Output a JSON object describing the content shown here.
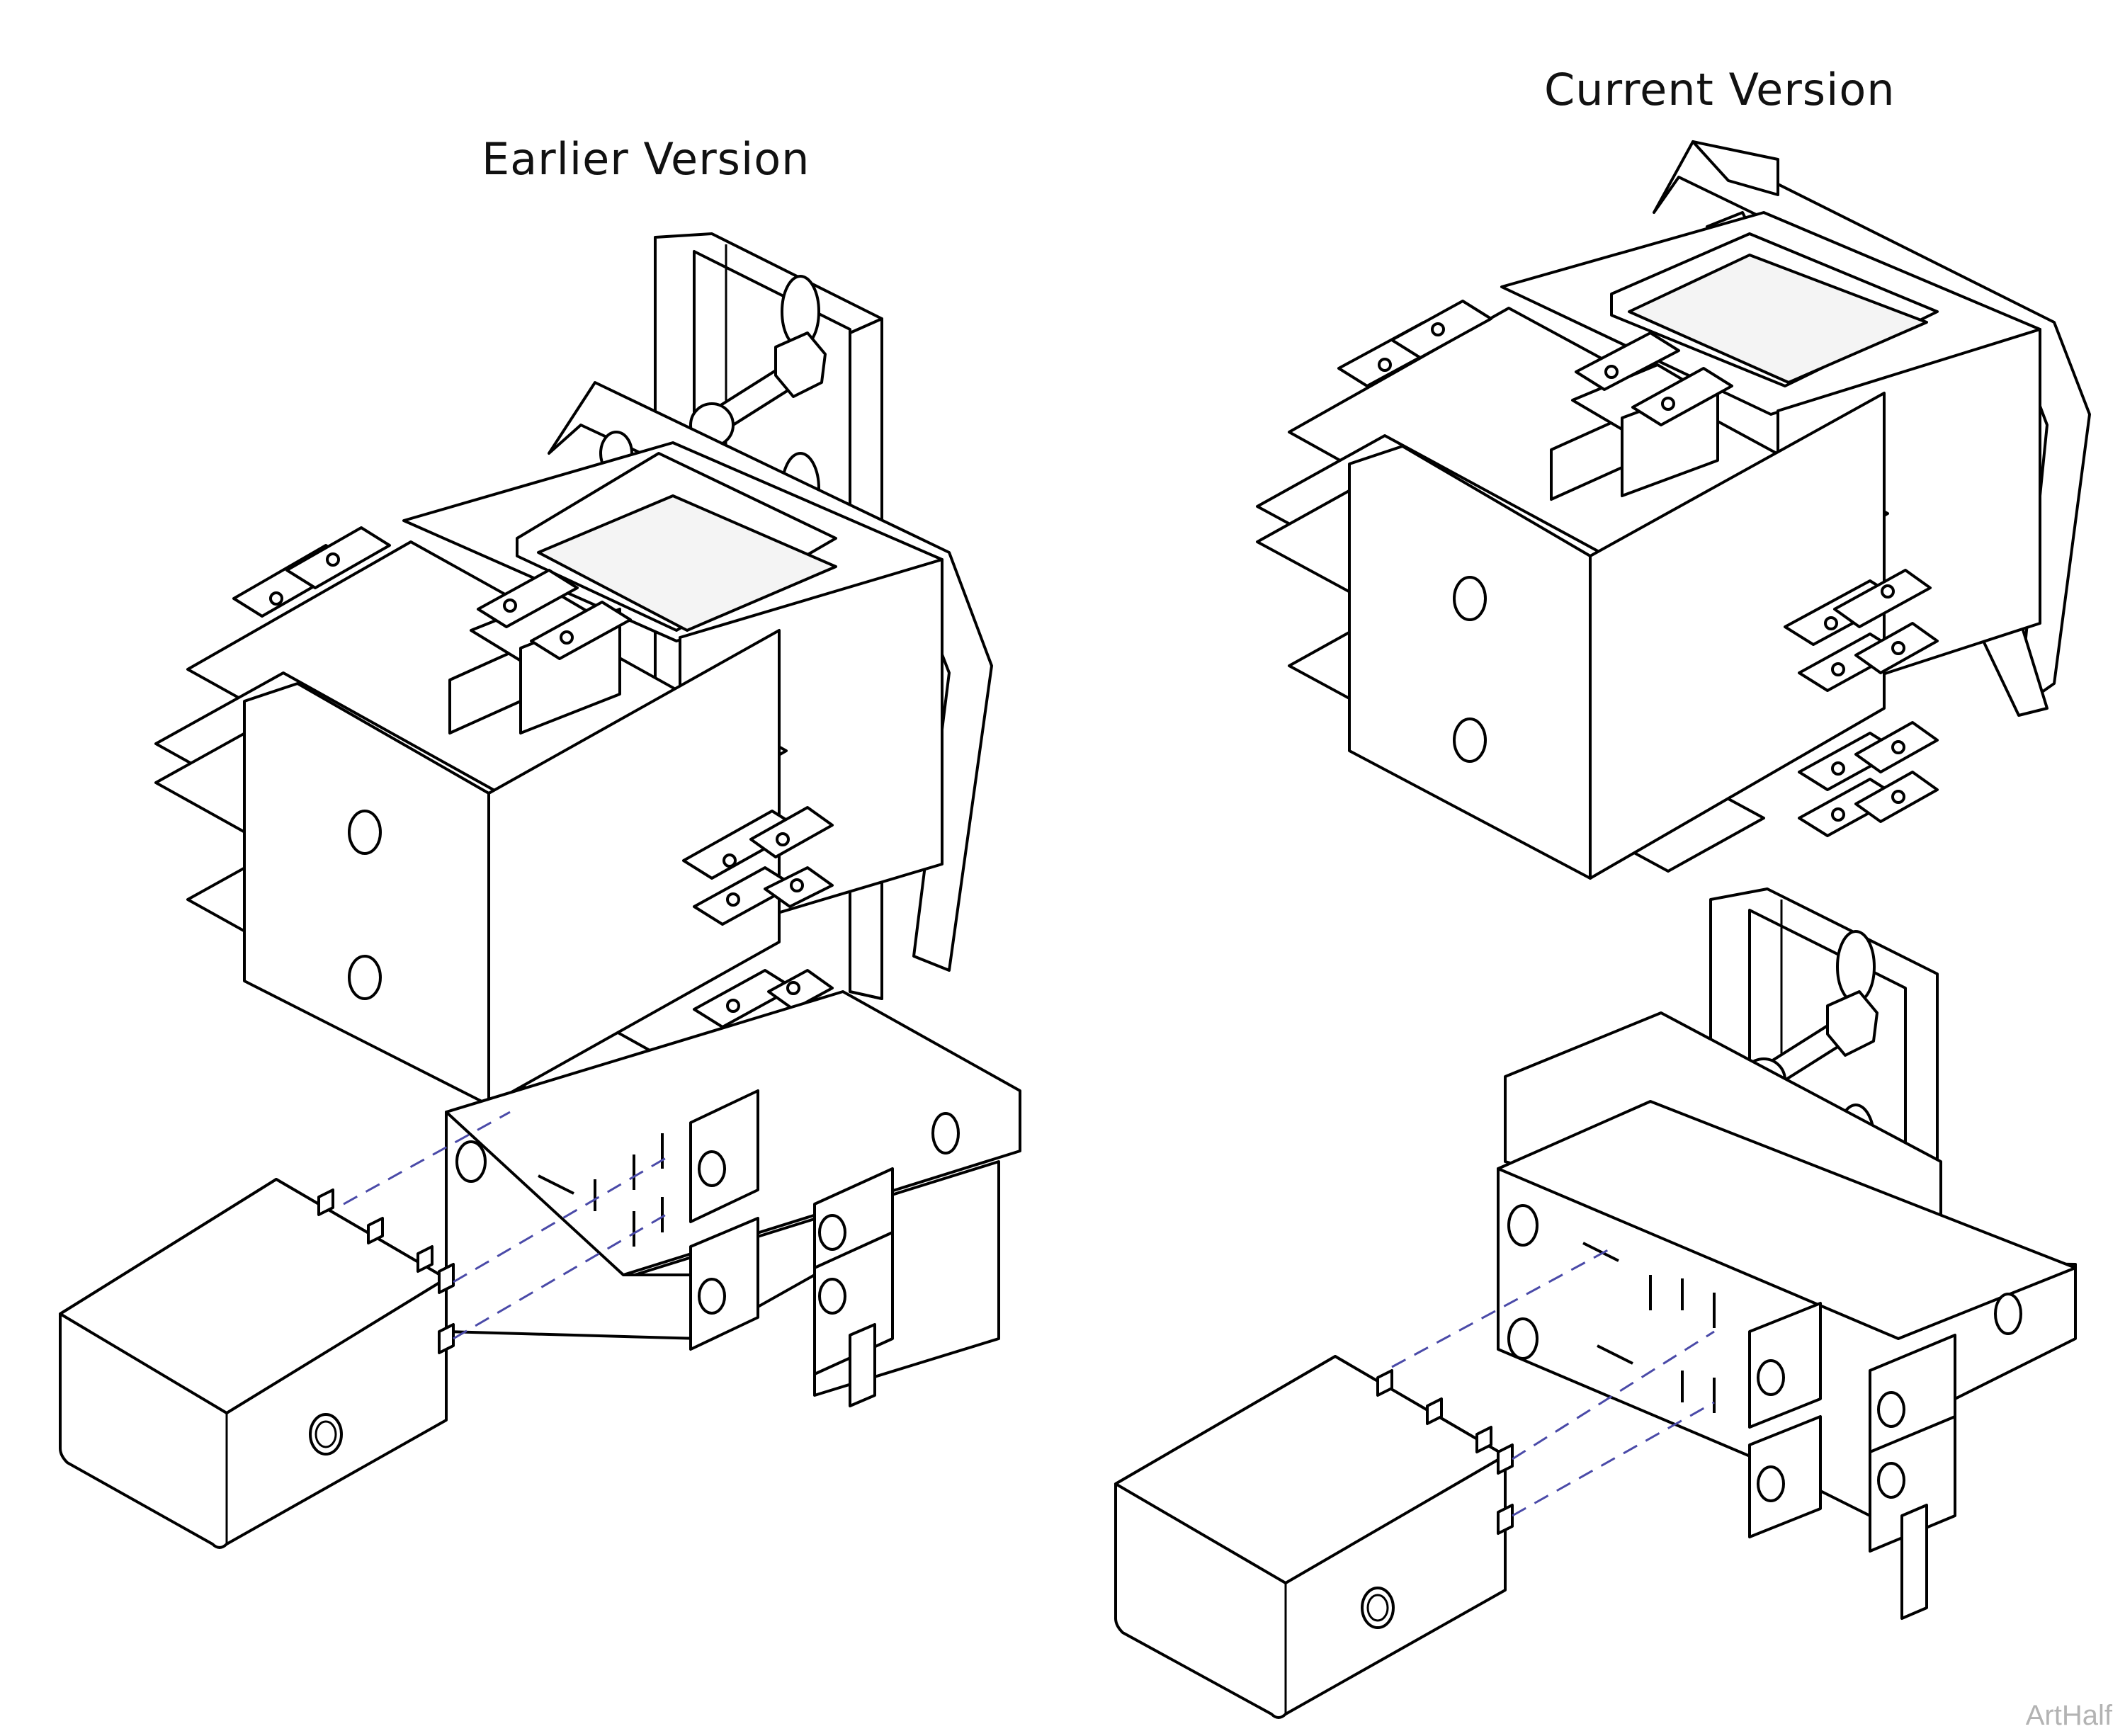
{
  "labels": {
    "earlier": "Earlier Version",
    "current": "Current Version"
  },
  "watermark": "ArtHalf"
}
